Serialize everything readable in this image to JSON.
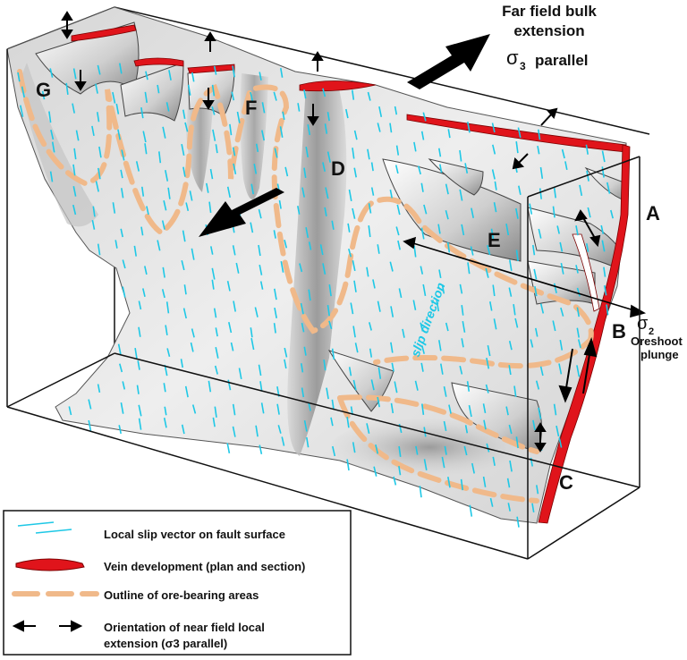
{
  "colors": {
    "slip_vector": "#1ec8e6",
    "vein": "#e0141b",
    "ore_outline": "#f0b98a",
    "fault_surface": "#e2e2e2",
    "arrows": "#000000"
  },
  "title": {
    "line1": "Far field bulk",
    "line2": "extension",
    "sigma3": "σ",
    "sigma3_sub": "3",
    "parallel": "parallel"
  },
  "sigma2": {
    "symbol": "σ",
    "sub": "2",
    "line1": "Oreshoot",
    "line2": "plunge"
  },
  "slip_direction": "slip direction",
  "zones": [
    "A",
    "B",
    "C",
    "D",
    "E",
    "F",
    "G"
  ],
  "legend": {
    "items": [
      {
        "icon": "slip-vector-symbol",
        "text": "Local slip vector on fault surface"
      },
      {
        "icon": "vein-symbol",
        "text": "Vein development (plan and section)"
      },
      {
        "icon": "ore-outline-symbol",
        "text": "Outline of ore-bearing areas"
      },
      {
        "icon": "extension-arrows-symbol",
        "text": "Orientation of near field local",
        "text2": "extension (σ3 parallel)"
      }
    ]
  }
}
